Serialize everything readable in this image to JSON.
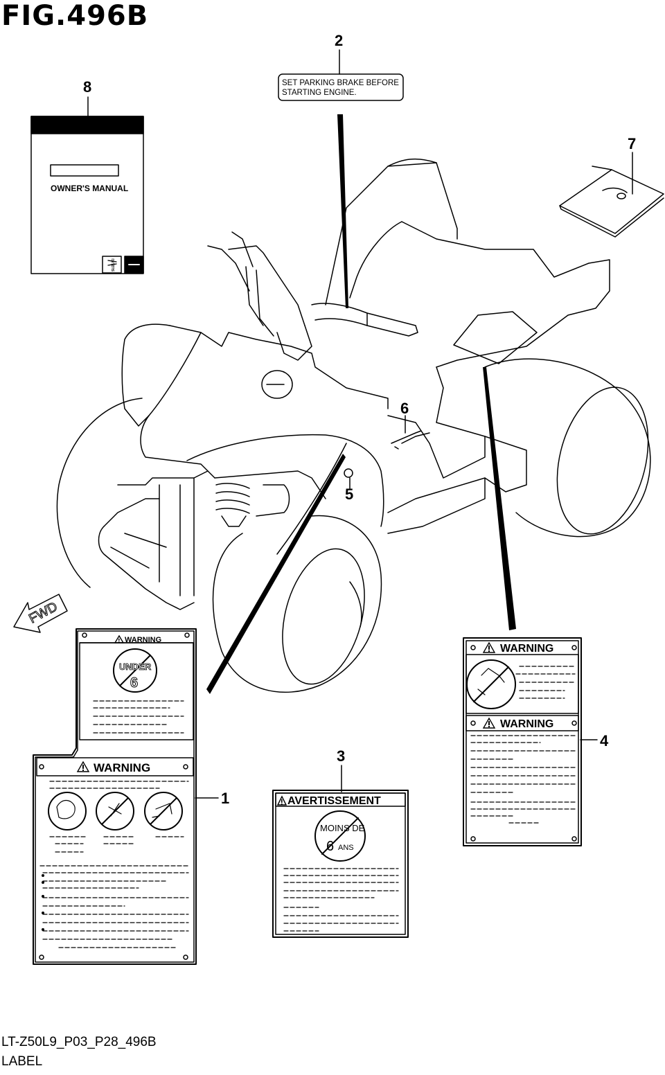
{
  "figure": {
    "title": "FIG.496B",
    "code": "LT-Z50L9_P03_P28_496B",
    "name": "LABEL"
  },
  "callouts": {
    "c1": "1",
    "c2": "2",
    "c3": "3",
    "c4": "4",
    "c5": "5",
    "c6": "6",
    "c7": "7",
    "c8": "8"
  },
  "parking_label": {
    "line1": "SET PARKING BRAKE BEFORE",
    "line2": "STARTING ENGINE."
  },
  "manual": {
    "title": "OWNER'S MANUAL",
    "brand": "SUZUKI"
  },
  "fwd": "FWD",
  "label1": {
    "top_heading": "WARNING",
    "top_symbol": "UNDER",
    "top_age": "6",
    "bottom_heading": "WARNING"
  },
  "label3": {
    "heading": "AVERTISSEMENT",
    "symbol_top": "MOINS DE",
    "age": "6",
    "symbol_unit": "ANS"
  },
  "label4": {
    "top_heading": "WARNING",
    "bottom_heading": "WARNING"
  }
}
